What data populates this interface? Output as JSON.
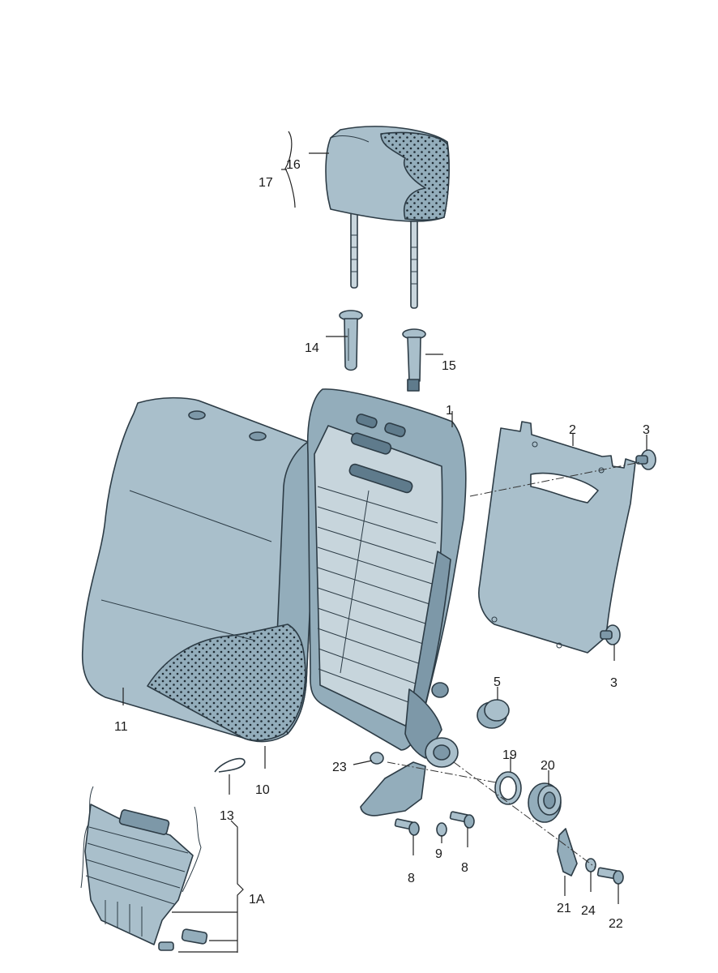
{
  "callouts": {
    "c1": "1",
    "c2": "2",
    "c3a": "3",
    "c3b": "3",
    "c5": "5",
    "c8a": "8",
    "c8b": "8",
    "c9": "9",
    "c10": "10",
    "c11": "11",
    "c13": "13",
    "c14": "14",
    "c15": "15",
    "c16": "16",
    "c17": "17",
    "c19": "19",
    "c20": "20",
    "c21": "21",
    "c22": "22",
    "c23": "23",
    "c24": "24",
    "c1A": "1A"
  },
  "colors": {
    "part_fill": "#a9bfcb",
    "part_shade": "#7d98a8",
    "outline": "#2d3c46"
  }
}
